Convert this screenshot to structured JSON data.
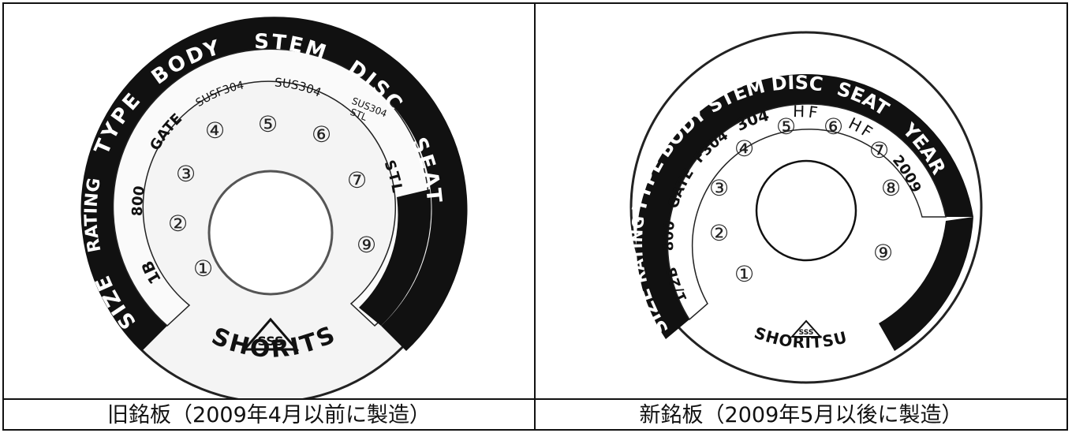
{
  "old_plate": {
    "caption": "旧銘板（2009年4月以前に製造）",
    "header": {
      "size": "SIZE",
      "rating": "RATING",
      "type": "TYPE",
      "body": "BODY",
      "stem": "STEM",
      "disc": "DISC",
      "seat": "SEAT"
    },
    "values": {
      "size": "1B",
      "rating": "800",
      "type": "GATE",
      "body": "SUSF304",
      "stem": "SUS304",
      "disc_line1": "SUS304",
      "disc_line2": "STL",
      "seat": "STL"
    },
    "numbers": [
      "①",
      "②",
      "③",
      "④",
      "⑤",
      "⑥",
      "⑦",
      "⑨"
    ],
    "logo_text": "SSS",
    "brand": "SHORITSU"
  },
  "new_plate": {
    "caption": "新銘板（2009年5月以後に製造）",
    "header": {
      "size": "SIZE",
      "rating": "RATING",
      "type": "TYPE",
      "body": "BODY",
      "stem": "STEM",
      "disc": "DISC",
      "seat": "SEAT",
      "year": "YEAR"
    },
    "values": {
      "size": "1/2B",
      "rating": "800",
      "type": "GATE",
      "body": "F304",
      "stem": "304",
      "disc": "HF",
      "seat": "HF",
      "year": "2009"
    },
    "numbers": [
      "①",
      "②",
      "③",
      "④",
      "⑤",
      "⑥",
      "⑦",
      "⑧",
      "⑨"
    ],
    "logo_text": "SSS",
    "brand": "SHORITSU"
  }
}
